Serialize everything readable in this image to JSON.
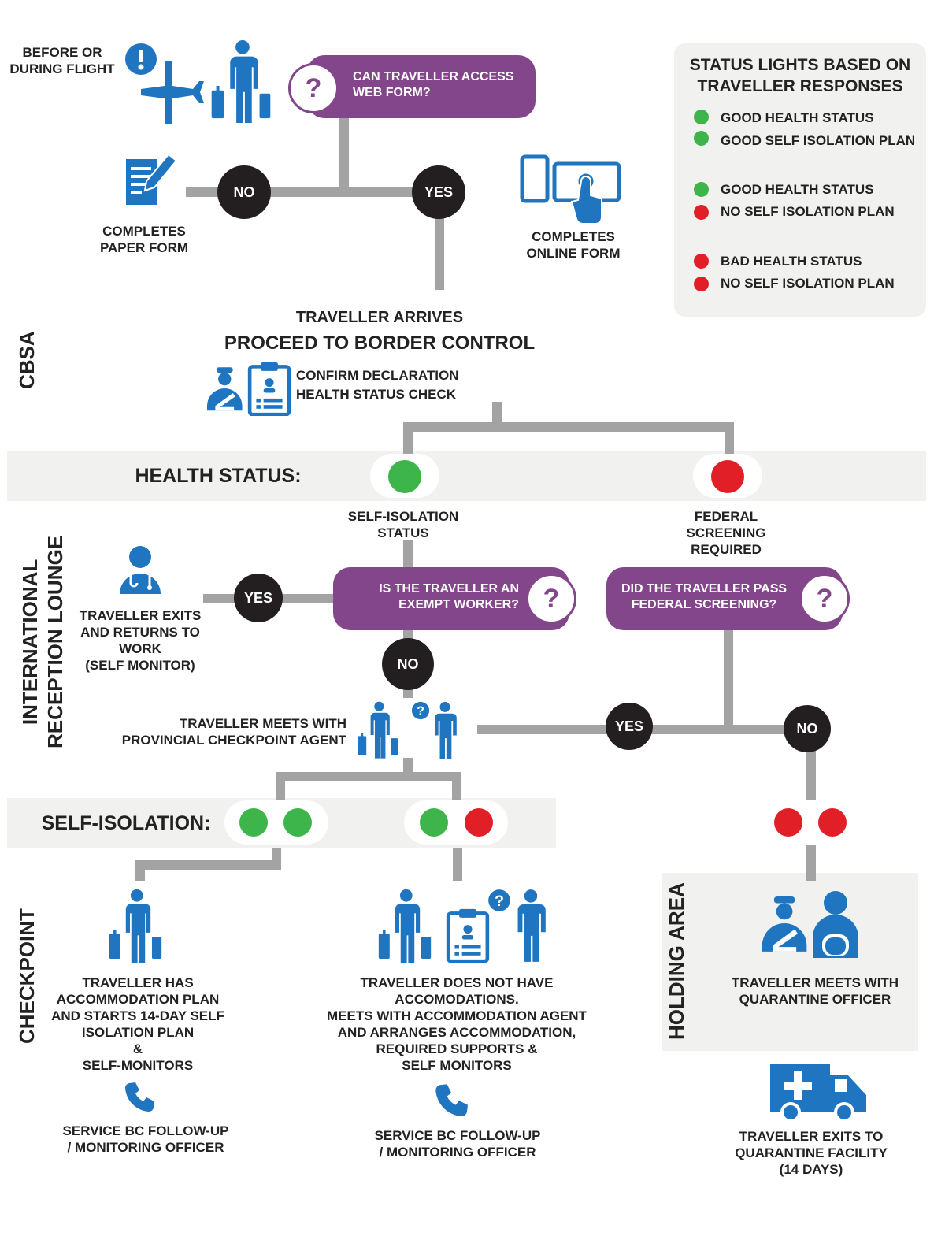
{
  "colors": {
    "green": "#3db54a",
    "red": "#e01f26",
    "purple": "#83468a",
    "blue": "#1f75c0",
    "dark": "#231f20",
    "line": "#a3a3a3",
    "band": "#f1f1f0"
  },
  "top": {
    "before_flight": "BEFORE OR\nDURING FLIGHT",
    "question": "CAN TRAVELLER ACCESS\nWEB FORM?",
    "no": "NO",
    "yes": "YES",
    "paper_form": "COMPLETES\nPAPER FORM",
    "online_form": "COMPLETES\nONLINE FORM"
  },
  "legend": {
    "title": "STATUS LIGHTS BASED ON\nTRAVELLER RESPONSES",
    "groups": [
      {
        "items": [
          {
            "color": "green",
            "label": "GOOD HEALTH STATUS"
          },
          {
            "color": "green",
            "label": "GOOD SELF ISOLATION PLAN"
          }
        ]
      },
      {
        "items": [
          {
            "color": "green",
            "label": "GOOD HEALTH STATUS"
          },
          {
            "color": "red",
            "label": "NO SELF ISOLATION PLAN"
          }
        ]
      },
      {
        "items": [
          {
            "color": "red",
            "label": "BAD HEALTH STATUS"
          },
          {
            "color": "red",
            "label": "NO SELF ISOLATION PLAN"
          }
        ]
      }
    ]
  },
  "cbsa": {
    "section": "CBSA",
    "arrives": "TRAVELLER ARRIVES",
    "proceed": "PROCEED TO BORDER CONTROL",
    "confirm": "CONFIRM DECLARATION\nHEALTH STATUS CHECK"
  },
  "health": {
    "label": "HEALTH STATUS:",
    "self_isolation_status": "SELF-ISOLATION\nSTATUS",
    "federal_screening": "FEDERAL\nSCREENING\nREQUIRED"
  },
  "lounge": {
    "section": "INTERNATIONAL\nRECEPTION LOUNGE",
    "exempt_question": "IS THE TRAVELLER AN\nEXEMPT WORKER?",
    "federal_question": "DID THE TRAVELLER PASS\nFEDERAL SCREENING?",
    "yes": "YES",
    "no": "NO",
    "exits_work": "TRAVELLER EXITS\nAND RETURNS TO\nWORK\n(SELF MONITOR)",
    "meets_agent": "TRAVELLER MEETS WITH\nPROVINCIAL CHECKPOINT AGENT",
    "yes2": "YES",
    "no2": "NO"
  },
  "self_isolation": {
    "label": "SELF-ISOLATION:"
  },
  "checkpoint": {
    "section": "CHECKPOINT",
    "has_plan": "TRAVELLER HAS\nACCOMMODATION PLAN\nAND STARTS 14-DAY SELF\nISOLATION PLAN\n&\nSELF-MONITORS",
    "no_accom": "TRAVELLER DOES NOT HAVE\nACCOMODATIONS.\nMEETS WITH ACCOMMODATION AGENT\nAND ARRANGES ACCOMMODATION,\nREQUIRED SUPPORTS &\nSELF MONITORS",
    "service1": "SERVICE BC FOLLOW-UP\n/ MONITORING OFFICER",
    "service2": "SERVICE BC FOLLOW-UP\n/ MONITORING OFFICER"
  },
  "holding": {
    "section": "HOLDING AREA",
    "quarantine_officer": "TRAVELLER MEETS WITH\nQUARANTINE OFFICER",
    "exits_facility": "TRAVELLER EXITS TO\nQUARANTINE FACILITY\n(14 DAYS)"
  }
}
